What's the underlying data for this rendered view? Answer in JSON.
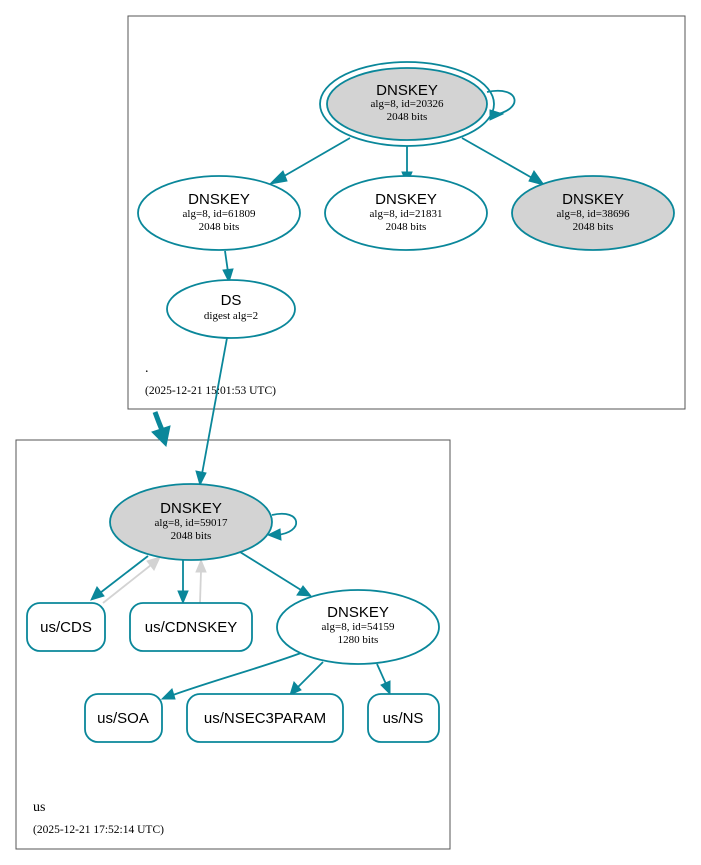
{
  "colors": {
    "edge": "#0a879a",
    "edge_inactive": "#d3d3d3",
    "fill_signing_key": "#d3d3d3",
    "fill_other": "#ffffff"
  },
  "zones": [
    {
      "id": "root",
      "name": ".",
      "timestamp": "(2025-12-21 15:01:53 UTC)"
    },
    {
      "id": "us",
      "name": "us",
      "timestamp": "(2025-12-21 17:52:14 UTC)"
    }
  ],
  "nodes": {
    "root_ksk": {
      "type": "DNSKEY",
      "line1": "alg=8, id=20326",
      "line2": "2048 bits",
      "shaded": true
    },
    "root_zsk1": {
      "type": "DNSKEY",
      "line1": "alg=8, id=61809",
      "line2": "2048 bits",
      "shaded": false
    },
    "root_zsk2": {
      "type": "DNSKEY",
      "line1": "alg=8, id=21831",
      "line2": "2048 bits",
      "shaded": false
    },
    "root_key3": {
      "type": "DNSKEY",
      "line1": "alg=8, id=38696",
      "line2": "2048 bits",
      "shaded": true
    },
    "ds": {
      "type": "DS",
      "line1": "digest alg=2"
    },
    "us_ksk": {
      "type": "DNSKEY",
      "line1": "alg=8, id=59017",
      "line2": "2048 bits",
      "shaded": true
    },
    "us_zsk": {
      "type": "DNSKEY",
      "line1": "alg=8, id=54159",
      "line2": "1280 bits",
      "shaded": false
    },
    "us_cds": {
      "label": "us/CDS"
    },
    "us_cdnskey": {
      "label": "us/CDNSKEY"
    },
    "us_soa": {
      "label": "us/SOA"
    },
    "us_nsec3param": {
      "label": "us/NSEC3PARAM"
    },
    "us_ns": {
      "label": "us/NS"
    }
  }
}
